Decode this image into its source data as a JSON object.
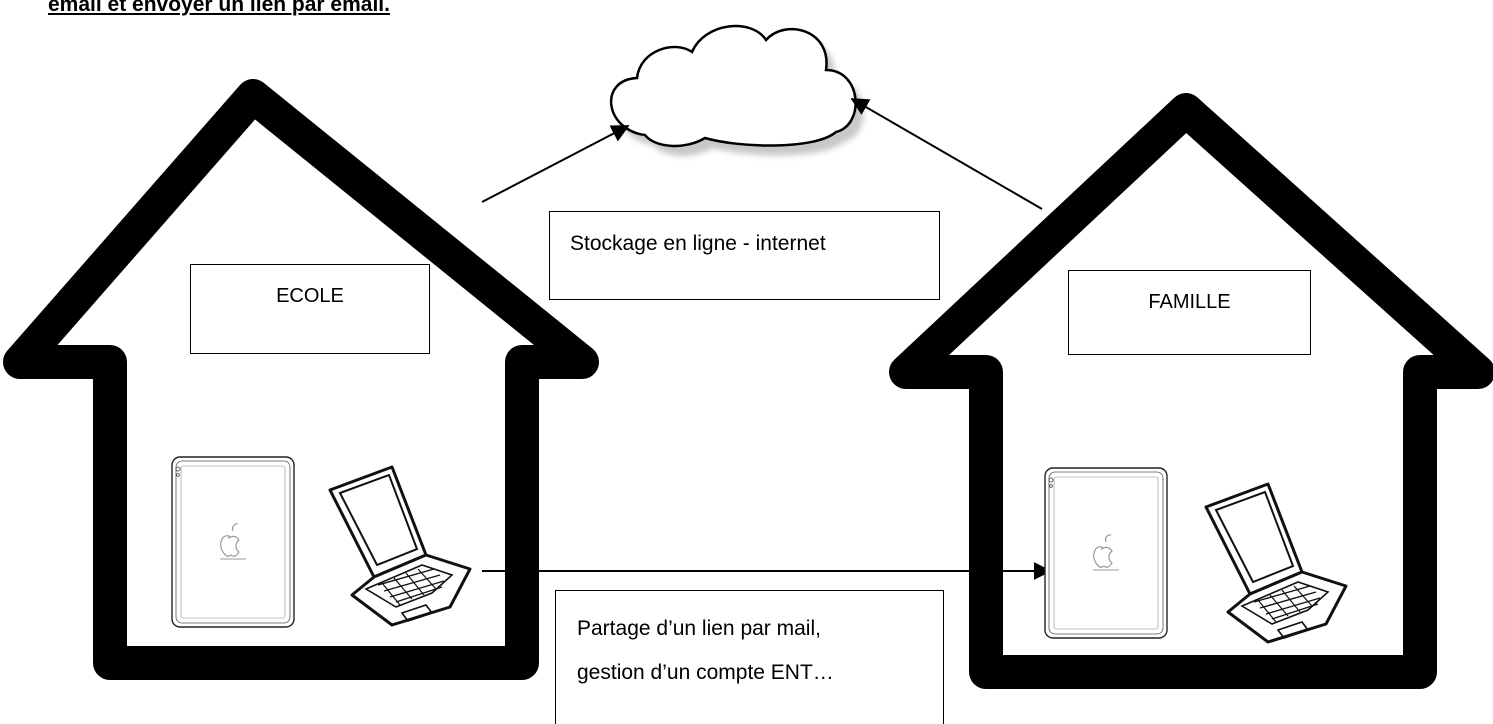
{
  "header": {
    "text": "email et envoyer un lien par email."
  },
  "labels": {
    "school": "ECOLE",
    "family": "FAMILLE",
    "cloud_storage": "Stockage en ligne - internet",
    "share_line1": "Partage d’un lien par mail,",
    "share_line2": "gestion d’un compte ENT…"
  },
  "colors": {
    "stroke": "#000000",
    "background": "#ffffff",
    "cloud_shadow": "#c8c8c8"
  },
  "icons": [
    "house-outline-icon",
    "cloud-icon",
    "tablet-icon",
    "laptop-icon",
    "arrow-icon"
  ]
}
